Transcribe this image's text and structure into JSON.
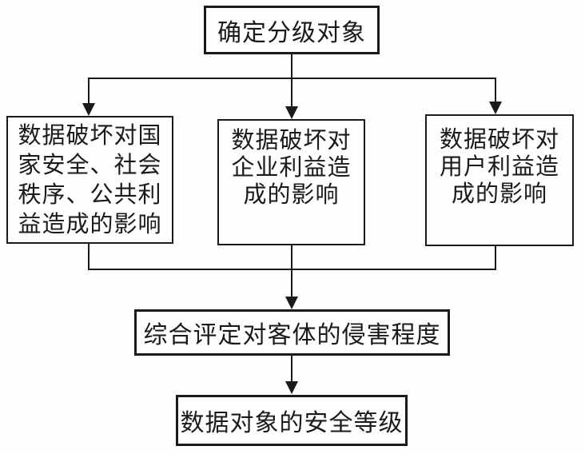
{
  "colors": {
    "background": "#fefefe",
    "line": "#1a1a1a",
    "text": "#1a1a1a"
  },
  "diagram": {
    "type": "flowchart",
    "nodes": {
      "root": {
        "label": "确定分级对象",
        "lines": [
          "确定分级对象"
        ]
      },
      "impact_national": {
        "label": "数据破坏对国家安全、社会秩序、公共利益造成的影响",
        "lines": [
          "数据破坏对国",
          "家安全、社会",
          "秩序、公共利",
          "益造成的影响"
        ]
      },
      "impact_enterprise": {
        "label": "数据破坏对企业利益造成的影响",
        "lines": [
          "数据破坏对",
          "企业利益造",
          "成的影响"
        ]
      },
      "impact_user": {
        "label": "数据破坏对用户利益造成的影响",
        "lines": [
          "数据破坏对",
          "用户利益造",
          "成的影响"
        ]
      },
      "assessment": {
        "label": "综合评定对客体的侵害程度",
        "lines": [
          "综合评定对客体的侵害程度"
        ]
      },
      "security_level": {
        "label": "数据对象的安全等级",
        "lines": [
          "数据对象的安全等级"
        ]
      }
    },
    "edges": [
      {
        "from": "root",
        "to": "impact_national"
      },
      {
        "from": "root",
        "to": "impact_enterprise"
      },
      {
        "from": "root",
        "to": "impact_user"
      },
      {
        "from": "impact_national",
        "to": "assessment"
      },
      {
        "from": "impact_enterprise",
        "to": "assessment"
      },
      {
        "from": "impact_user",
        "to": "assessment"
      },
      {
        "from": "assessment",
        "to": "security_level"
      }
    ]
  }
}
